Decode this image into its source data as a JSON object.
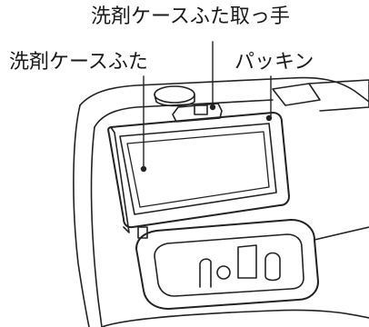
{
  "labels": {
    "handle": "洗剤ケースふた取っ手",
    "lid": "洗剤ケースふた",
    "gasket": "パッキン"
  }
}
